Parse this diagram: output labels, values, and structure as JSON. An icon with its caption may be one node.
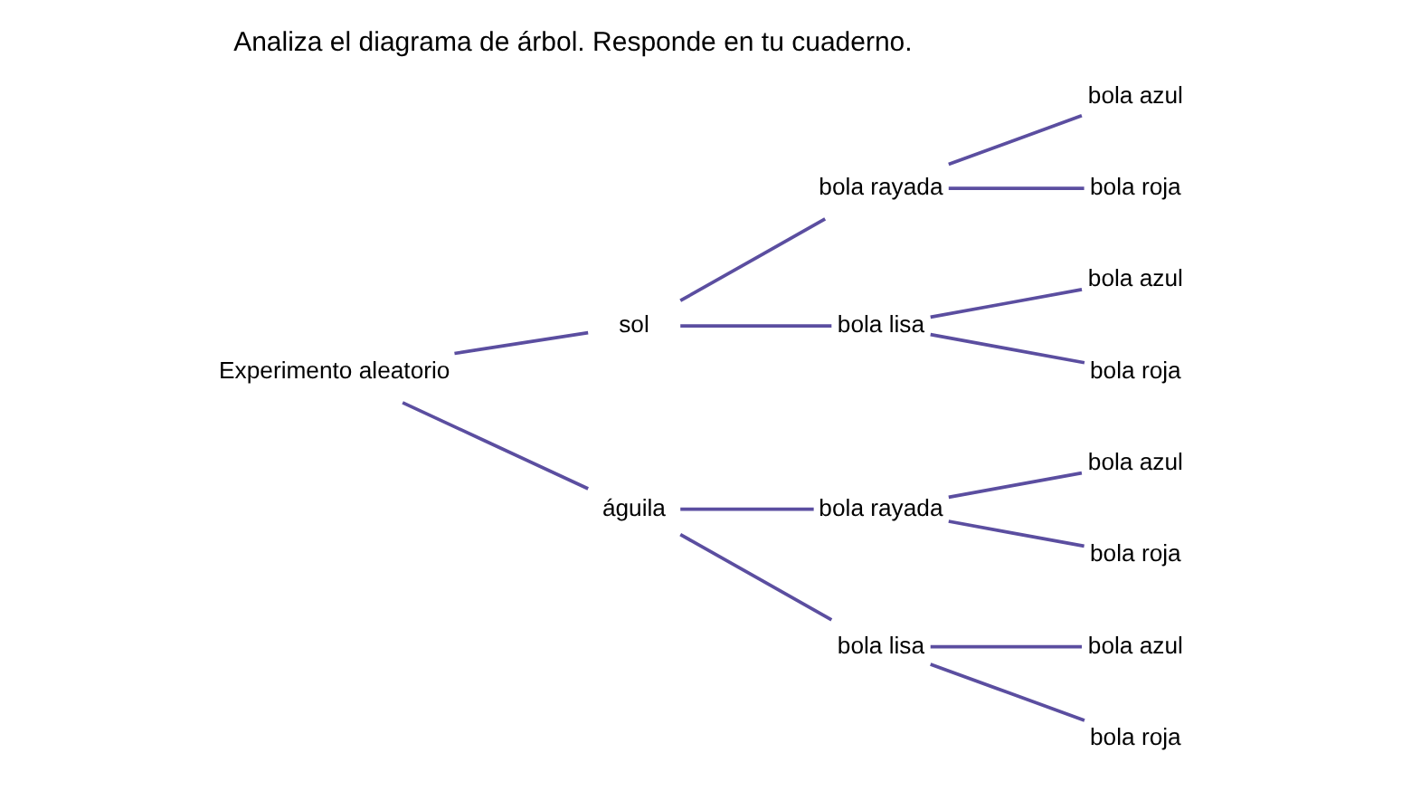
{
  "diagram": {
    "title": "Analiza el diagrama de árbol. Responde en tu cuaderno.",
    "nodes": [
      {
        "text": [
          "Experimento aleatorio"
        ]
      },
      {
        "text": [
          "sol"
        ]
      },
      {
        "text": [
          "bola rayada"
        ]
      },
      {
        "text": [
          "bola azul"
        ]
      },
      {
        "text": [
          "bola roja"
        ]
      },
      {
        "text": [
          "bola lisa"
        ]
      },
      {
        "text": [
          "bola azul"
        ]
      },
      {
        "text": [
          "bola roja"
        ]
      },
      {
        "text": [
          "águila"
        ]
      },
      {
        "text": [
          "bola rayada"
        ]
      },
      {
        "text": [
          "bola azul"
        ]
      },
      {
        "text": [
          "bola roja"
        ]
      },
      {
        "text": [
          "bola lisa"
        ]
      },
      {
        "text": [
          "bola azul"
        ]
      },
      {
        "text": [
          "bola roja"
        ]
      }
    ],
    "edges": [
      {
        "from": 0,
        "to": 1,
        "arrow": "none",
        "color": "#5b4ea0"
      },
      {
        "from": 1,
        "to": 2,
        "arrow": "none",
        "color": "#5b4ea0"
      },
      {
        "from": 2,
        "to": 3,
        "arrow": "none",
        "color": "#5b4ea0"
      },
      {
        "from": 2,
        "to": 4,
        "arrow": "none",
        "color": "#5b4ea0"
      },
      {
        "from": 1,
        "to": 5,
        "arrow": "none",
        "color": "#5b4ea0"
      },
      {
        "from": 5,
        "to": 6,
        "arrow": "none",
        "color": "#5b4ea0"
      },
      {
        "from": 5,
        "to": 7,
        "arrow": "none",
        "color": "#5b4ea0"
      },
      {
        "from": 0,
        "to": 8,
        "arrow": "none",
        "color": "#5b4ea0"
      },
      {
        "from": 8,
        "to": 9,
        "arrow": "none",
        "color": "#5b4ea0"
      },
      {
        "from": 9,
        "to": 10,
        "arrow": "none",
        "color": "#5b4ea0"
      },
      {
        "from": 9,
        "to": 11,
        "arrow": "none",
        "color": "#5b4ea0"
      },
      {
        "from": 8,
        "to": 12,
        "arrow": "none",
        "color": "#5b4ea0"
      },
      {
        "from": 12,
        "to": 13,
        "arrow": "none",
        "color": "#5b4ea0"
      },
      {
        "from": 12,
        "to": 14,
        "arrow": "none",
        "color": "#5b4ea0"
      }
    ]
  }
}
